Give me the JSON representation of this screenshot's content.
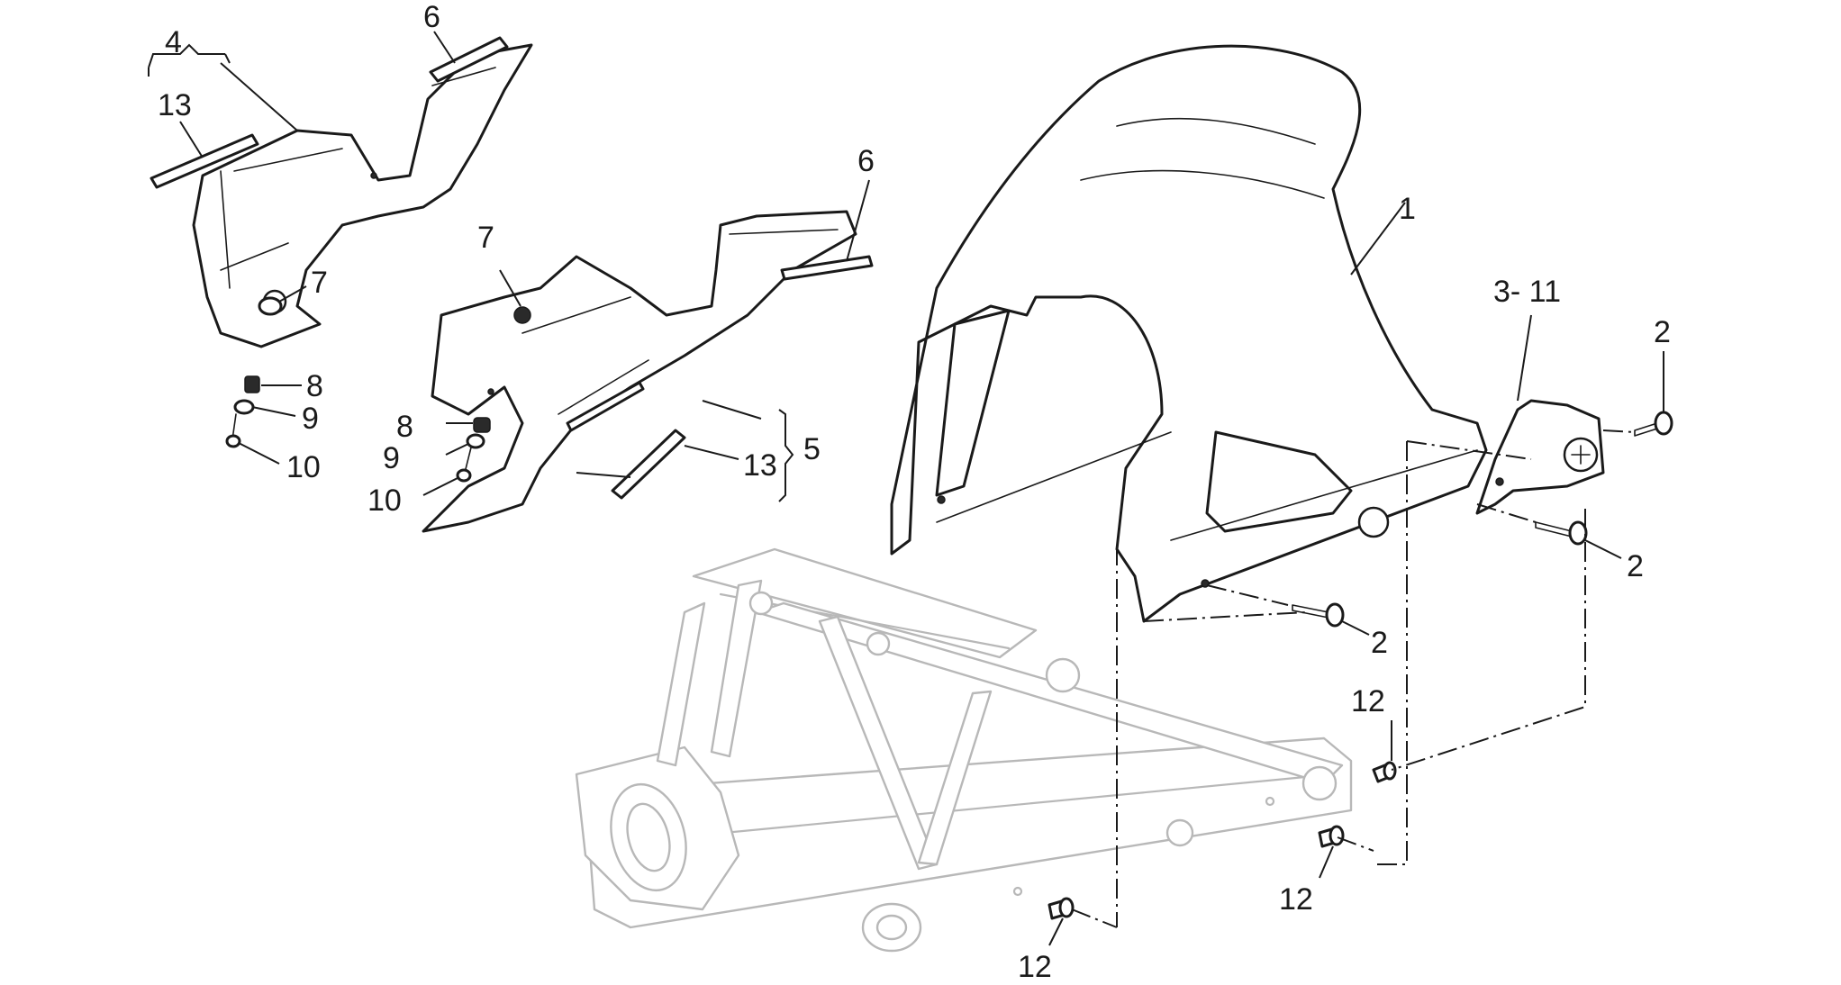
{
  "diagram": {
    "callouts": [
      {
        "id": "c1",
        "text": "1"
      },
      {
        "id": "c2a",
        "text": "2"
      },
      {
        "id": "c2b",
        "text": "2"
      },
      {
        "id": "c2c",
        "text": "2"
      },
      {
        "id": "c3-11",
        "text": "3- 11"
      },
      {
        "id": "c4",
        "text": "4"
      },
      {
        "id": "c5",
        "text": "5"
      },
      {
        "id": "c6a",
        "text": "6"
      },
      {
        "id": "c6b",
        "text": "6"
      },
      {
        "id": "c7a",
        "text": "7"
      },
      {
        "id": "c7b",
        "text": "7"
      },
      {
        "id": "c8a",
        "text": "8"
      },
      {
        "id": "c8b",
        "text": "8"
      },
      {
        "id": "c9a",
        "text": "9"
      },
      {
        "id": "c9b",
        "text": "9"
      },
      {
        "id": "c10a",
        "text": "10"
      },
      {
        "id": "c10b",
        "text": "10"
      },
      {
        "id": "c12a",
        "text": "12"
      },
      {
        "id": "c12b",
        "text": "12"
      },
      {
        "id": "c12c",
        "text": "12"
      },
      {
        "id": "c13a",
        "text": "13"
      },
      {
        "id": "c13b",
        "text": "13"
      }
    ]
  }
}
